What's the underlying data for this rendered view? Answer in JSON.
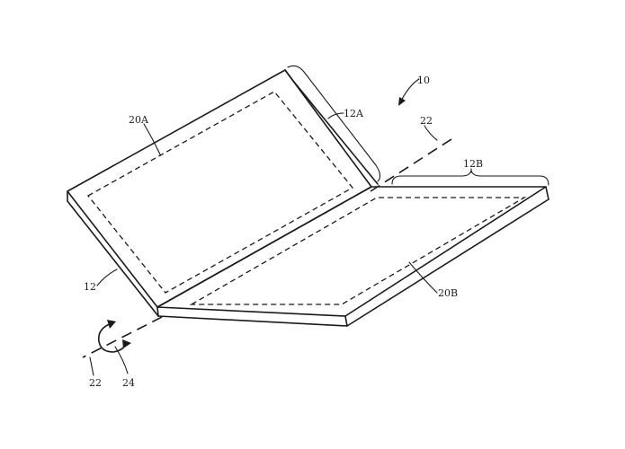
{
  "labels": {
    "device": "10",
    "housing": "12",
    "housing_a": "12A",
    "housing_b": "12B",
    "display_a": "20A",
    "display_b": "20B",
    "axis_top": "22",
    "axis_bottom": "22",
    "rotation": "24"
  },
  "colors": {
    "line": "#1a1a1a",
    "background": "#ffffff"
  }
}
